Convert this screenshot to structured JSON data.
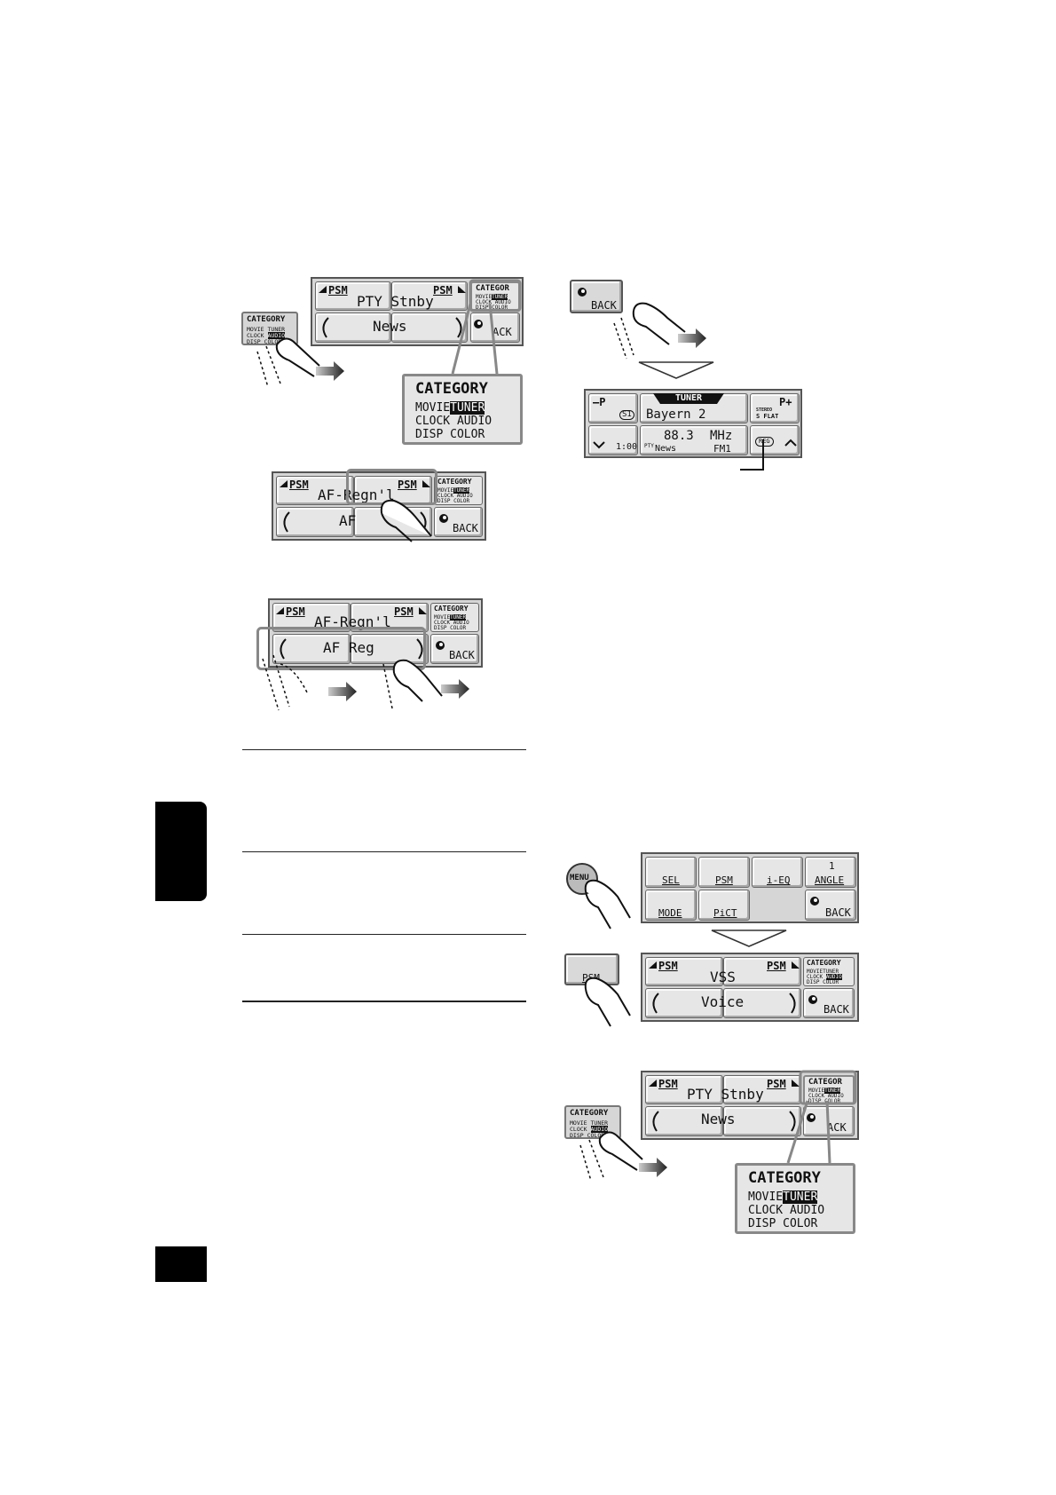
{
  "psm": "PSM",
  "category": {
    "title": "CATEGORY",
    "title_cut": "CATEGOR",
    "row1_a": "MOVIE",
    "row1_b": "TUNER",
    "row2_a": "CLOCK",
    "row2_b": "AUDIO",
    "row3_a": "DISP",
    "row3_b": "COLOR"
  },
  "back": "BACK",
  "back_cut": "ACK",
  "diagram1": {
    "top": "PTY Stnby",
    "bottom": "News"
  },
  "diagram2": {
    "top": "AF-Regn'l",
    "bottom": "AF"
  },
  "diagram3": {
    "top": "AF-Regn'l",
    "bottom": "AF Reg"
  },
  "tuner": {
    "minus": "–P",
    "plus": "P+",
    "badge_s1": "S1",
    "band_label": "TUNER",
    "station": "Bayern 2",
    "stereo": "STEREO",
    "flat": "S FLAT",
    "frequency": "88.3",
    "unit": "MHz",
    "time": "1:00",
    "pty_tag": "PTY",
    "pty": "News",
    "band": "FM1",
    "reg": "REG"
  },
  "menu": {
    "button": "MENU",
    "sel": "SEL",
    "psm": "PSM",
    "ieq": "i-EQ",
    "angle_num": "1",
    "angle": "ANGLE",
    "mode": "MODE",
    "pict": "PiCT"
  },
  "vss": {
    "top": "VSS",
    "bottom": "Voice"
  }
}
